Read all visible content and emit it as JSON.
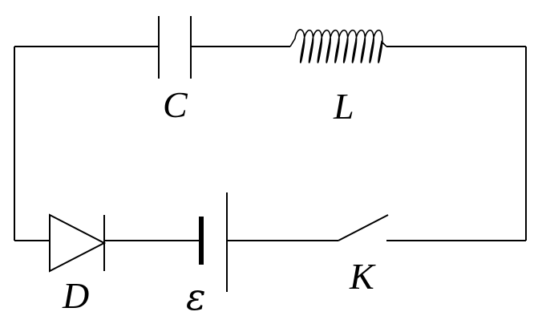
{
  "components": {
    "capacitor": {
      "label": "C"
    },
    "inductor": {
      "label": "L"
    },
    "diode": {
      "label": "D"
    },
    "battery": {
      "label": "ε"
    },
    "switch": {
      "label": "K"
    }
  },
  "colors": {
    "stroke": "#000000",
    "background": "#ffffff"
  }
}
